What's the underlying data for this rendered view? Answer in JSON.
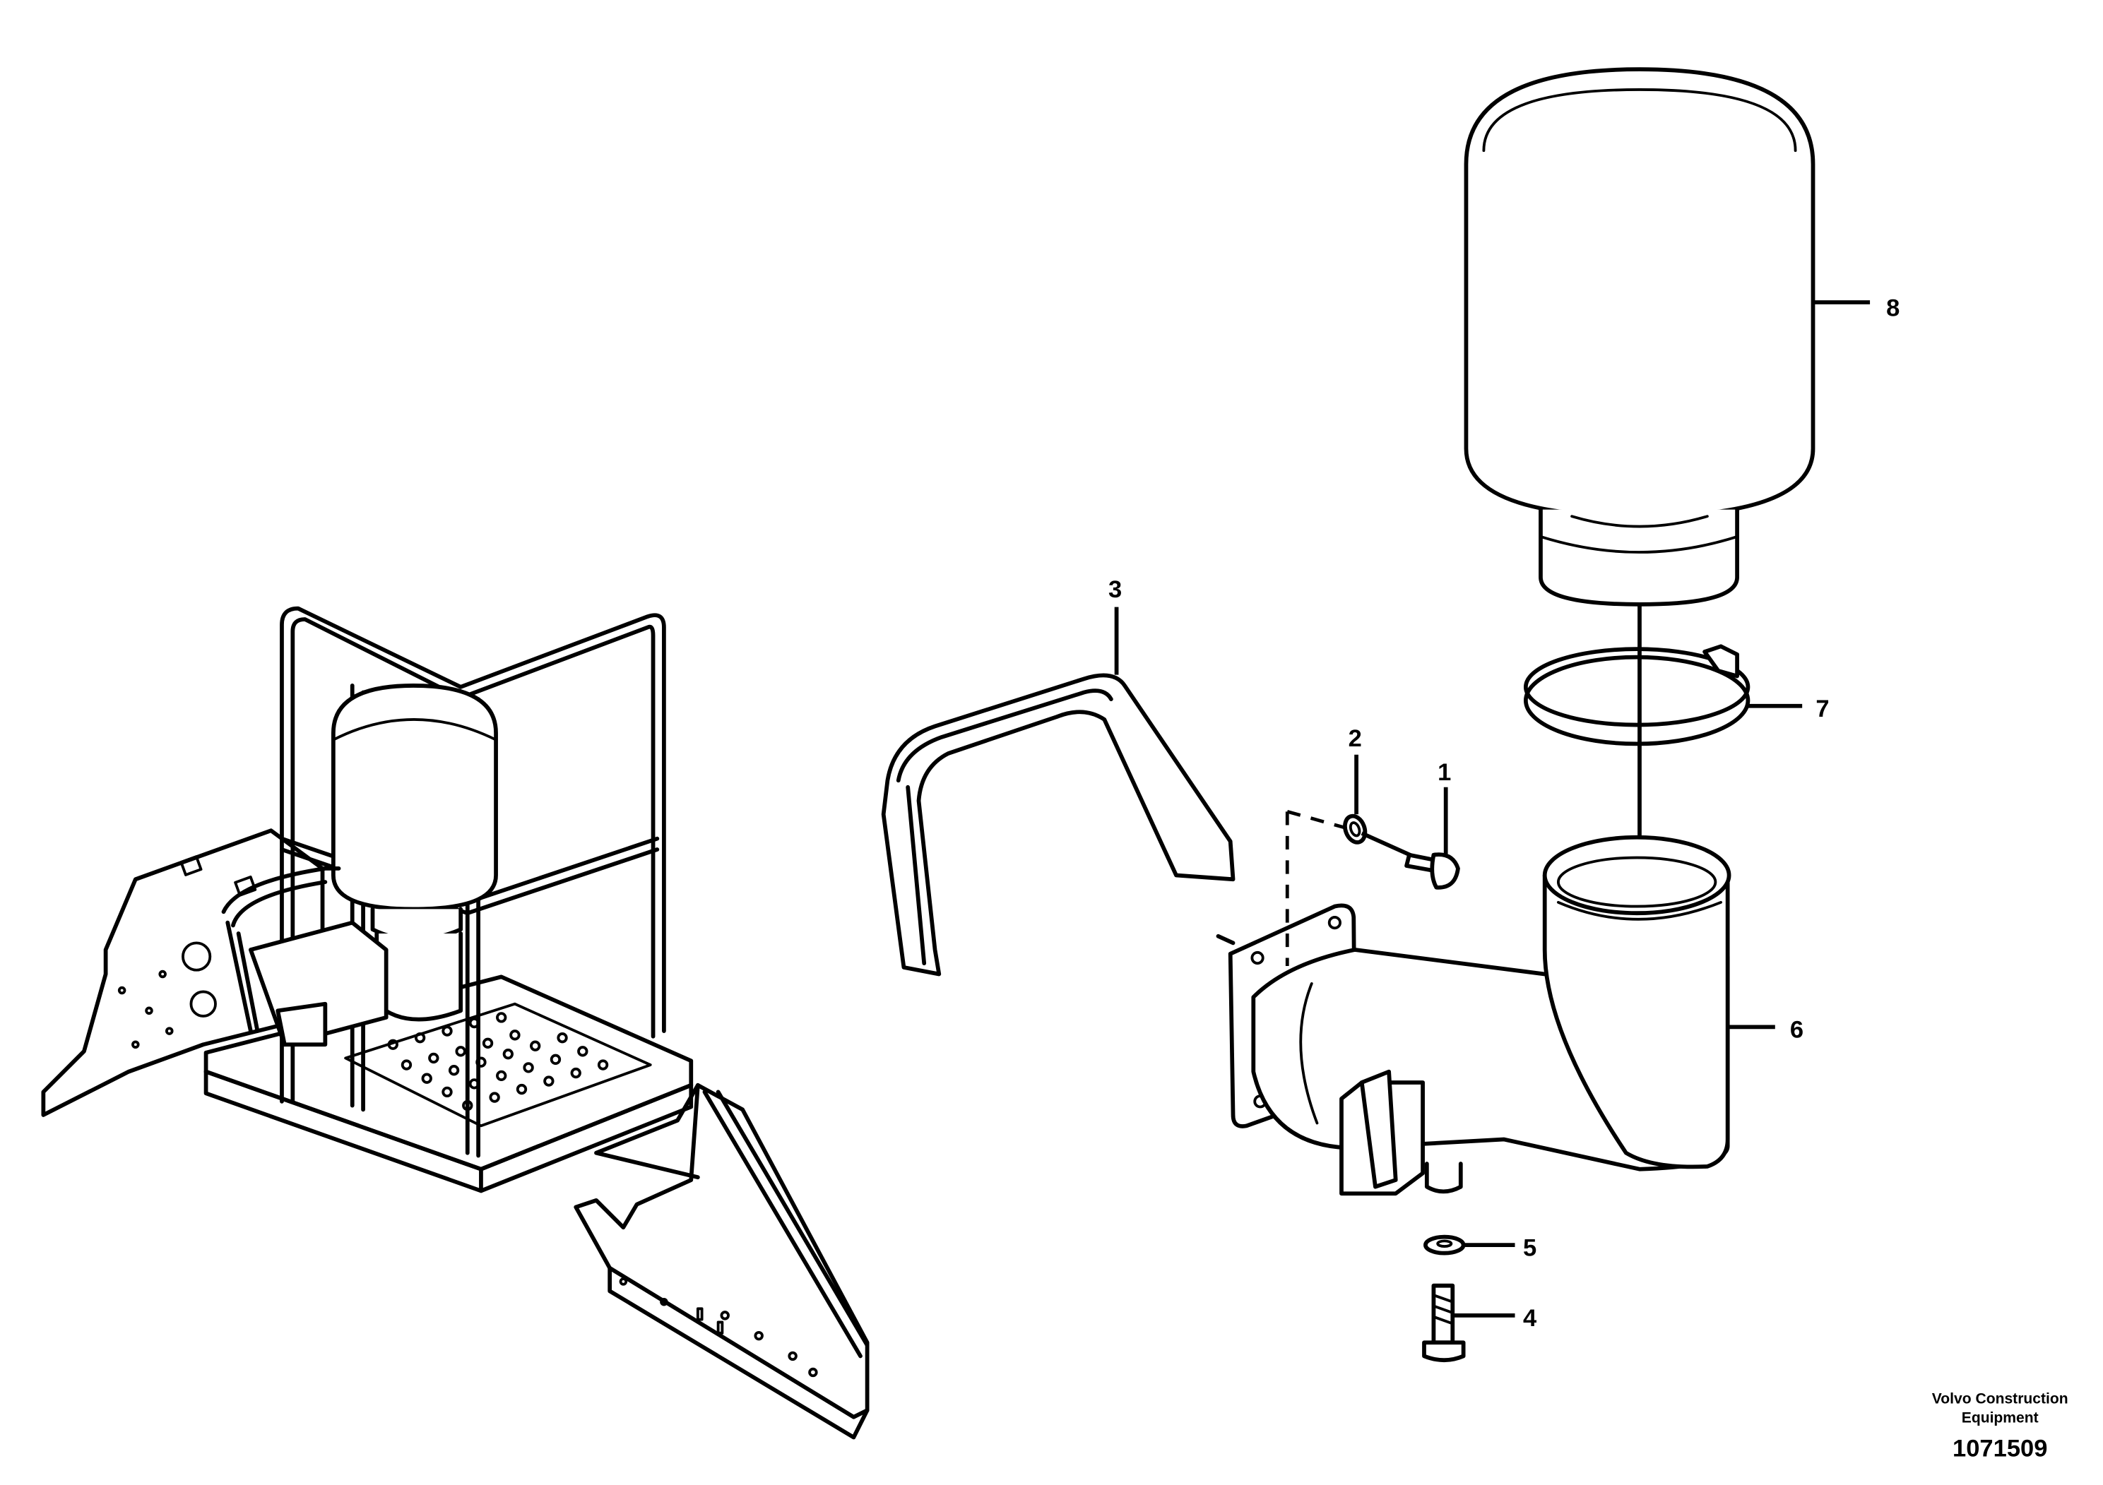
{
  "callouts": {
    "c1": "1",
    "c2": "2",
    "c3": "3",
    "c4": "4",
    "c5": "5",
    "c6": "6",
    "c7": "7",
    "c8": "8"
  },
  "footer": {
    "credit_line1": "Volvo Construction",
    "credit_line2": "Equipment",
    "doc_number": "1071509"
  }
}
